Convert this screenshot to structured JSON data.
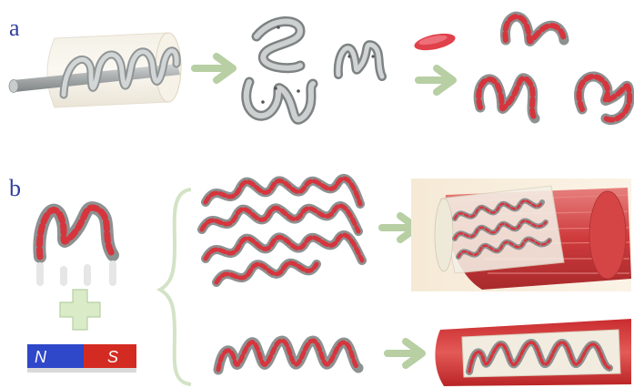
{
  "panels": {
    "a": {
      "label": "a"
    },
    "b": {
      "label": "b"
    }
  },
  "magnet": {
    "north_label": "N",
    "south_label": "S"
  },
  "colors": {
    "panel_label": "#2f3fa0",
    "fiber_gray": "#b9bcbc",
    "fiber_dark": "#6c7070",
    "cell_red": "#d6353d",
    "muscle_red": "#cf3a3c",
    "arrow_green": "#b7cfa3",
    "plus_green": "#d9ebc7",
    "magnet_blue": "#2f47c9",
    "magnet_red": "#d32b22",
    "brace_green": "#d3e3c6"
  },
  "icons": [
    "plus-icon",
    "arrow-right-icon",
    "brace-icon"
  ]
}
